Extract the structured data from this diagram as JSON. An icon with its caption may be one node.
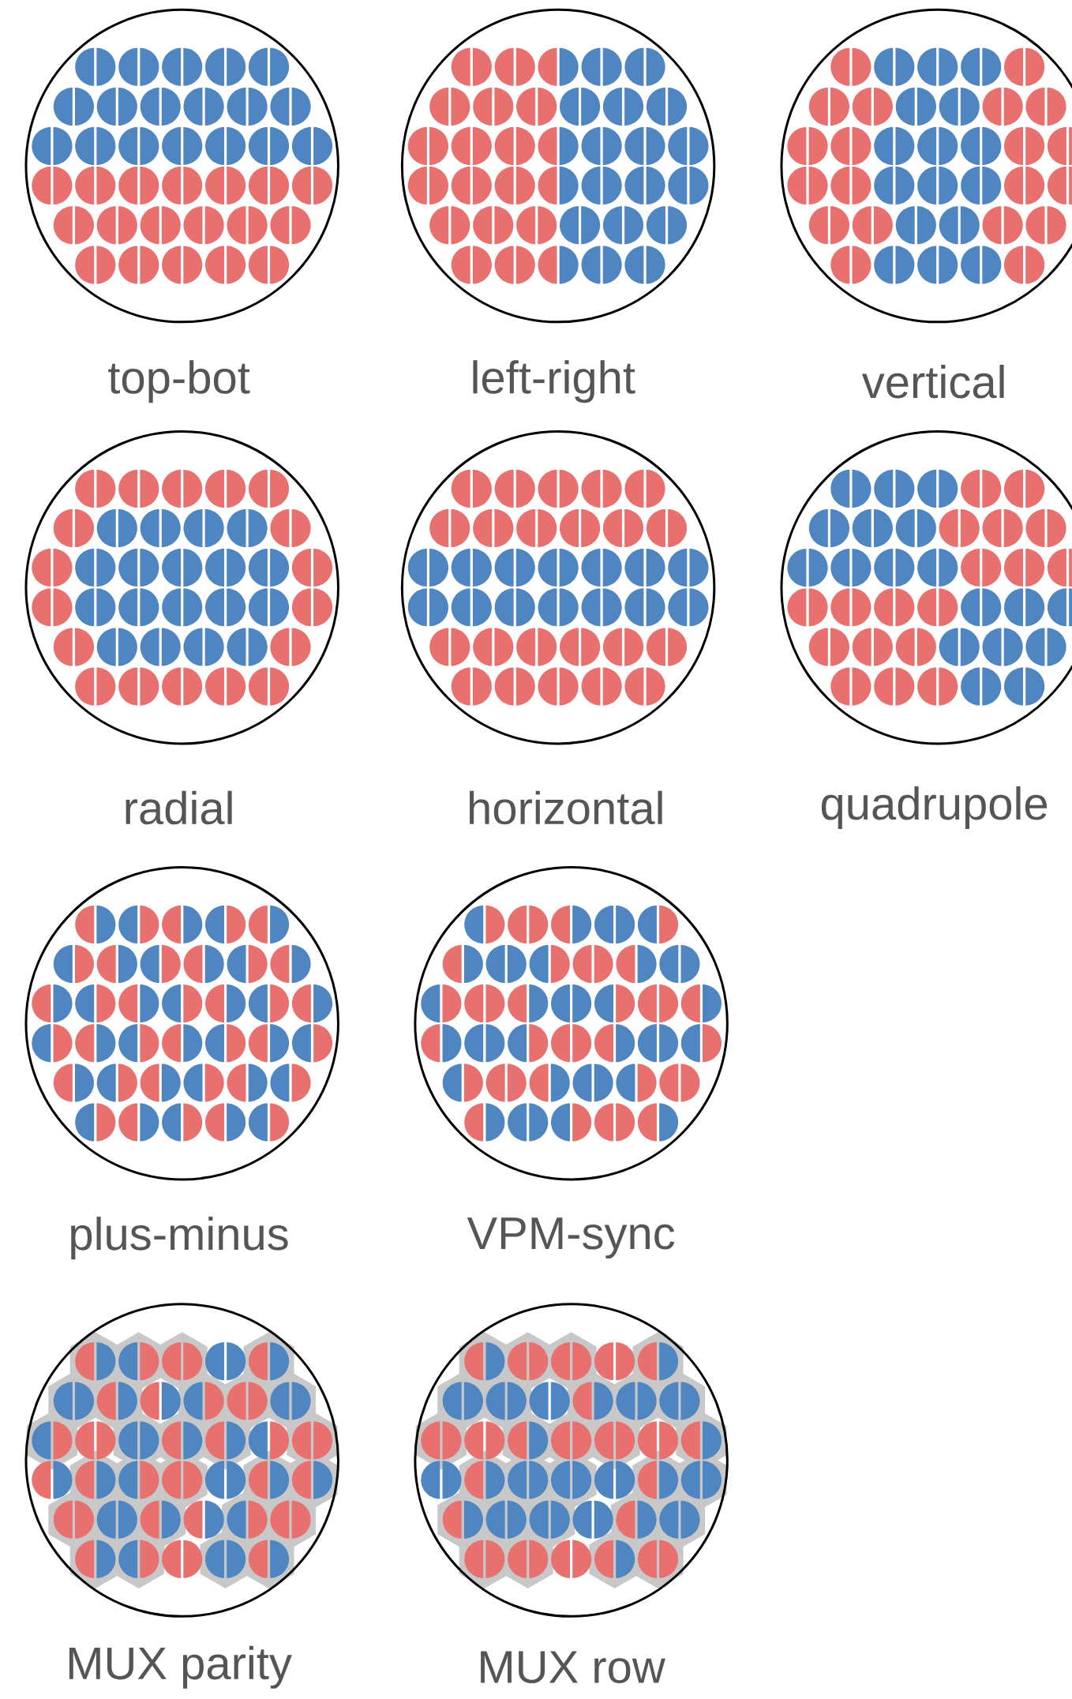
{
  "diagram": {
    "nodes": [
      {
        "text": [],
        "shape": "circle",
        "beside": [
          "top-bot"
        ]
      },
      {
        "text": [],
        "shape": "circle",
        "beside": [
          "left-right"
        ]
      },
      {
        "text": [],
        "shape": "circle",
        "beside": [
          "vertical"
        ]
      },
      {
        "text": [],
        "shape": "circle",
        "beside": [
          "radial"
        ]
      },
      {
        "text": [],
        "shape": "circle",
        "beside": [
          "horizontal"
        ]
      },
      {
        "text": [],
        "shape": "circle",
        "beside": [
          "quadrupole"
        ]
      },
      {
        "text": [],
        "shape": "circle",
        "beside": [
          "plus-minus"
        ]
      },
      {
        "text": [],
        "shape": "circle",
        "beside": [
          "VPM-sync"
        ]
      },
      {
        "text": [],
        "shape": "circle",
        "beside": [
          "MUX parity"
        ]
      },
      {
        "text": [],
        "shape": "circle",
        "beside": [
          "MUX row"
        ]
      }
    ]
  }
}
